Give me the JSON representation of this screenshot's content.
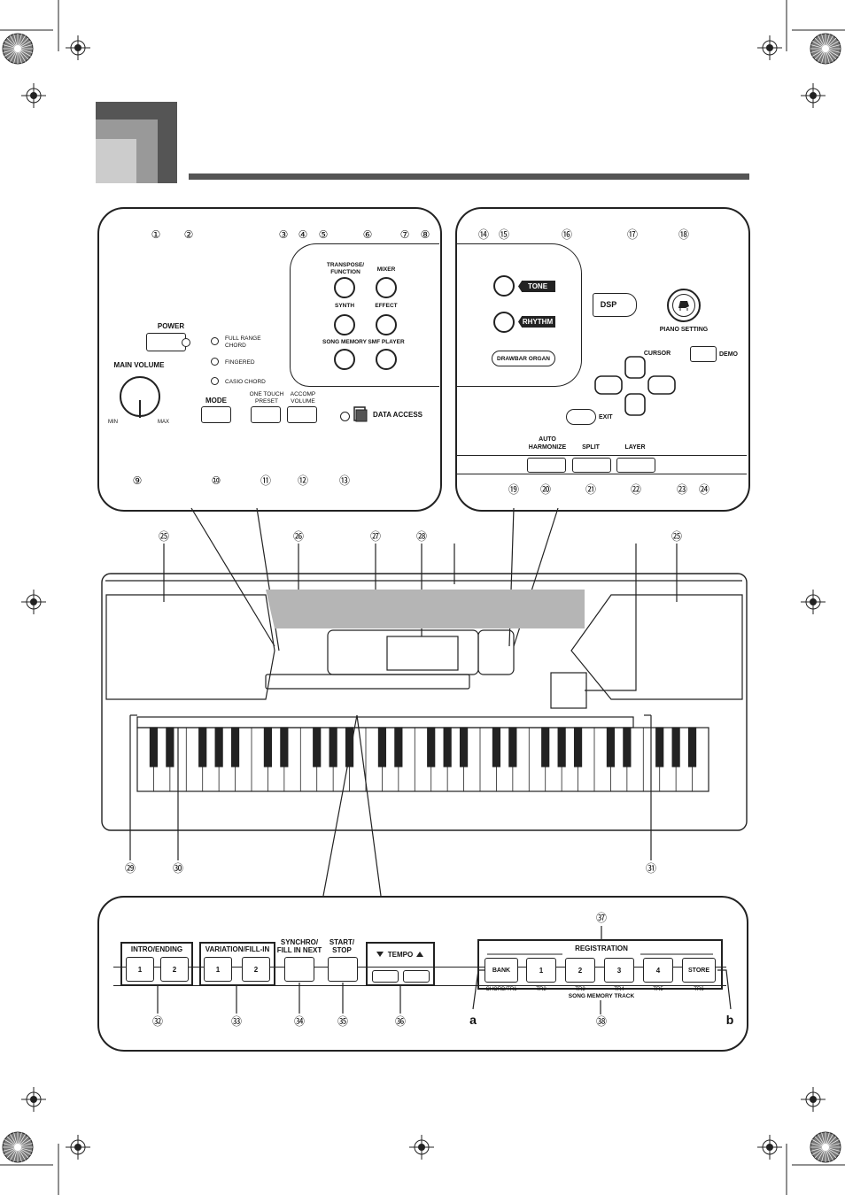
{
  "top_panel_left": {
    "power": "POWER",
    "main_volume": "MAIN VOLUME",
    "min": "MIN",
    "max": "MAX",
    "mode": "MODE",
    "modes": [
      "FULL RANGE\nCHORD",
      "FINGERED",
      "CASIO CHORD"
    ],
    "one_touch_preset": "ONE TOUCH\nPRESET",
    "accomp_volume": "ACCOMP\nVOLUME",
    "data_access": "DATA ACCESS",
    "transpose_function": "TRANSPOSE/\nFUNCTION",
    "mixer": "MIXER",
    "synth": "SYNTH",
    "effect": "EFFECT",
    "song_memory": "SONG MEMORY",
    "smf_player": "SMF PLAYER"
  },
  "top_panel_right": {
    "tone": "TONE",
    "rhythm": "RHYTHM",
    "drawbar_organ": "DRAWBAR ORGAN",
    "dsp": "DSP",
    "piano_setting": "PIANO SETTING",
    "cursor": "CURSOR",
    "demo": "DEMO",
    "exit": "EXIT",
    "auto_harmonize": "AUTO\nHARMONIZE",
    "split": "SPLIT",
    "layer": "LAYER"
  },
  "bottom_panel": {
    "intro_ending": "INTRO/ENDING",
    "variation_fill_in": "VARIATION/FILL-IN",
    "synchro_fill_in_next": "SYNCHRO/\nFILL IN NEXT",
    "start_stop": "START/\nSTOP",
    "tempo": "TEMPO",
    "registration": "REGISTRATION",
    "bank": "BANK",
    "store": "STORE",
    "reg_buttons": [
      "1",
      "2",
      "3",
      "4"
    ],
    "one": "1",
    "two": "2",
    "tracks": [
      "CHORD/TR1",
      "TR2",
      "TR3",
      "TR4",
      "TR5",
      "TR6"
    ],
    "song_memory_track": "SONG MEMORY TRACK",
    "letter_a": "a",
    "letter_b": "b"
  },
  "callouts": [
    "①",
    "②",
    "③",
    "④",
    "⑤",
    "⑥",
    "⑦",
    "⑧",
    "⑨",
    "⑩",
    "⑪",
    "⑫",
    "⑬",
    "⑭",
    "⑮",
    "⑯",
    "⑰",
    "⑱",
    "⑲",
    "⑳",
    "㉑",
    "㉒",
    "㉓",
    "㉔",
    "㉕",
    "㉖",
    "㉗",
    "㉘",
    "㉙",
    "㉚",
    "㉛",
    "㉜",
    "㉝",
    "㉞",
    "㉟",
    "㊱",
    "㊲",
    "㊳"
  ],
  "colors": {
    "ink": "#111111",
    "header_dark": "#555555",
    "header_mid": "#999999",
    "header_light": "#cccccc",
    "display_gray": "#b5b5b5"
  },
  "icons": [
    "registration-mark-icon",
    "piano-icon",
    "card-icon",
    "tempo-down-arrow-icon",
    "tempo-up-arrow-icon"
  ]
}
